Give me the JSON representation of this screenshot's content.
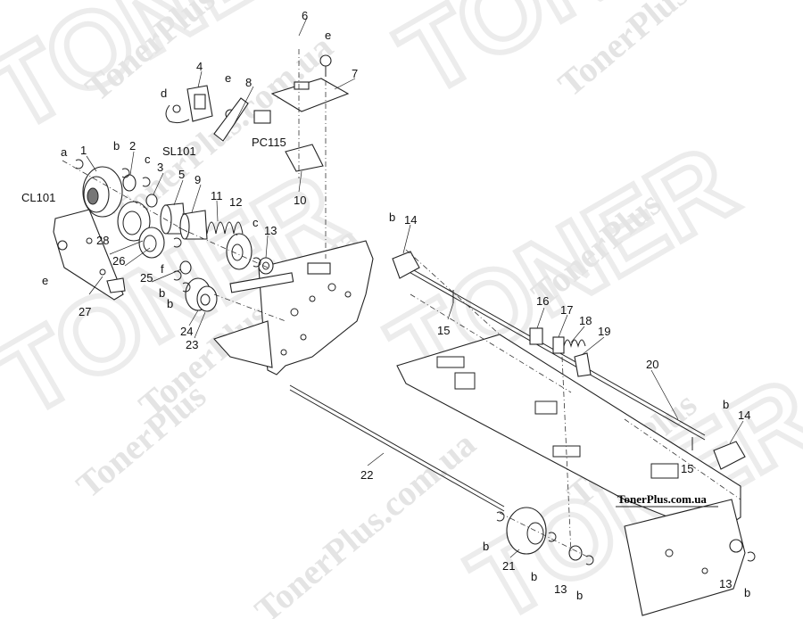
{
  "watermark": {
    "brand": "TonerPlus",
    "domain": "TonerPlus.com.ua",
    "big_text": "TONER",
    "url_caption": "TonerPlus.com.ua",
    "watermark_color": "#e4e4e4"
  },
  "callouts": {
    "a": "a",
    "b": "b",
    "c": "c",
    "d": "d",
    "e": "e",
    "f": "f",
    "n1": "1",
    "n2": "2",
    "n3": "3",
    "n4": "4",
    "n5": "5",
    "n6": "6",
    "n7": "7",
    "n8": "8",
    "n9": "9",
    "n10": "10",
    "n11": "11",
    "n12": "12",
    "n13": "13",
    "n14": "14",
    "n15": "15",
    "n16": "16",
    "n17": "17",
    "n18": "18",
    "n19": "19",
    "n20": "20",
    "n21": "21",
    "n22": "22",
    "n23": "23",
    "n24": "24",
    "n25": "25",
    "n26": "26",
    "n27": "27",
    "n28": "28",
    "sl101": "SL101",
    "cl101": "CL101",
    "pc115": "PC115"
  }
}
